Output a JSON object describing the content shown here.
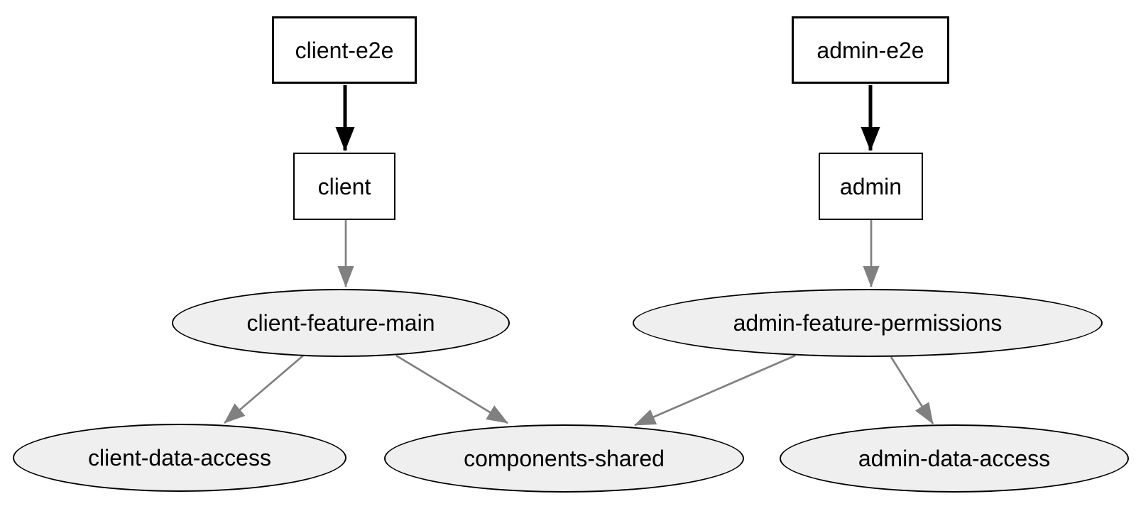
{
  "diagram": {
    "kind": "dependency-graph",
    "nodes": [
      {
        "id": "client-e2e",
        "label": "client-e2e",
        "shape": "rectangle",
        "fill": "#ffffff"
      },
      {
        "id": "admin-e2e",
        "label": "admin-e2e",
        "shape": "rectangle",
        "fill": "#ffffff"
      },
      {
        "id": "client",
        "label": "client",
        "shape": "rectangle",
        "fill": "#ffffff"
      },
      {
        "id": "admin",
        "label": "admin",
        "shape": "rectangle",
        "fill": "#ffffff"
      },
      {
        "id": "client-feature-main",
        "label": "client-feature-main",
        "shape": "ellipse",
        "fill": "#efefef"
      },
      {
        "id": "admin-feature-permissions",
        "label": "admin-feature-permissions",
        "shape": "ellipse",
        "fill": "#efefef"
      },
      {
        "id": "client-data-access",
        "label": "client-data-access",
        "shape": "ellipse",
        "fill": "#efefef"
      },
      {
        "id": "components-shared",
        "label": "components-shared",
        "shape": "ellipse",
        "fill": "#efefef"
      },
      {
        "id": "admin-data-access",
        "label": "admin-data-access",
        "shape": "ellipse",
        "fill": "#efefef"
      }
    ],
    "edges": [
      {
        "from": "client-e2e",
        "to": "client",
        "style": "bold-black"
      },
      {
        "from": "admin-e2e",
        "to": "admin",
        "style": "bold-black"
      },
      {
        "from": "client",
        "to": "client-feature-main",
        "style": "gray"
      },
      {
        "from": "admin",
        "to": "admin-feature-permissions",
        "style": "gray"
      },
      {
        "from": "client-feature-main",
        "to": "client-data-access",
        "style": "gray"
      },
      {
        "from": "client-feature-main",
        "to": "components-shared",
        "style": "gray"
      },
      {
        "from": "admin-feature-permissions",
        "to": "components-shared",
        "style": "gray"
      },
      {
        "from": "admin-feature-permissions",
        "to": "admin-data-access",
        "style": "gray"
      }
    ],
    "colors": {
      "background": "#ffffff",
      "node_border": "#000000",
      "rect_fill": "#ffffff",
      "ellipse_fill": "#efefef",
      "edge_strong": "#000000",
      "edge_normal": "#808080",
      "text": "#000000"
    }
  }
}
